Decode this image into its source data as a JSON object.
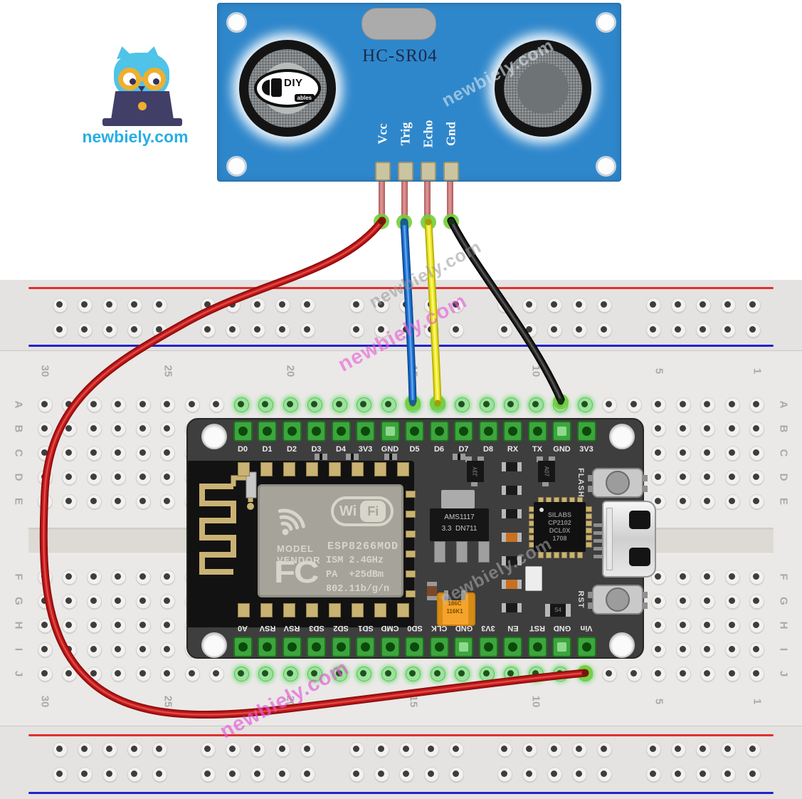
{
  "brand_logo": {
    "text": "newbiely.com"
  },
  "watermark_text": "newbiely.com",
  "sensor": {
    "title": "HC-SR04",
    "pin_labels": [
      "Vcc",
      "Trig",
      "Echo",
      "Gnd"
    ],
    "logo": {
      "diy": "DIY",
      "ables": "ables"
    }
  },
  "nodemcu": {
    "top_pin_labels": [
      "D0",
      "D1",
      "D2",
      "D3",
      "D4",
      "3V3",
      "GND",
      "D5",
      "D6",
      "D7",
      "D8",
      "RX",
      "TX",
      "GND",
      "3V3"
    ],
    "bottom_pin_labels": [
      "A0",
      "RSV",
      "RSV",
      "SD3",
      "SD2",
      "SD1",
      "CMD",
      "SD0",
      "CLK",
      "GND",
      "3V3",
      "EN",
      "RST",
      "GND",
      "Vin"
    ],
    "flash_button": "FLASH",
    "rst_button": "RST",
    "shield": {
      "wi": "Wi",
      "fi": "Fi",
      "model": "MODEL",
      "vendor": "VENDOR",
      "module_name": "ESP8266MOD",
      "fcc": "FC",
      "spec_lines": [
        "ISM 2.4GHz",
        "PA  +25dBm",
        "802.11b/g/n"
      ]
    },
    "regulator_lines": [
      "AMS1117",
      "3.3  DN711"
    ],
    "usb_chip_lines": [
      "SILABS",
      "CP2102",
      "DCL0X",
      "1708"
    ],
    "capacitor_lines": [
      "186C",
      "116K1"
    ],
    "transistor_left": "J3Y",
    "transistor_right": "A07",
    "diode": "S4"
  },
  "breadboard": {
    "row_letters_top": [
      "A",
      "B",
      "C",
      "D",
      "E"
    ],
    "row_letters_bottom": [
      "F",
      "G",
      "H",
      "I",
      "J"
    ],
    "column_numbers": [
      "30",
      "25",
      "20",
      "15",
      "10",
      "5",
      "1"
    ]
  },
  "wires": [
    {
      "name": "vcc-wire",
      "color": "#C01818",
      "from": "HC-SR04 Vcc",
      "to": "NodeMCU Vin"
    },
    {
      "name": "trig-wire",
      "color": "#1E6FD0",
      "from": "HC-SR04 Trig",
      "to": "NodeMCU D5"
    },
    {
      "name": "echo-wire",
      "color": "#EDE61D",
      "from": "HC-SR04 Echo",
      "to": "NodeMCU D6"
    },
    {
      "name": "gnd-wire",
      "color": "#1C1C1C",
      "from": "HC-SR04 Gnd",
      "to": "NodeMCU GND"
    }
  ],
  "colors": {
    "sensor_board": "#2F87CB",
    "nodemcu_board": "#3E3E3E",
    "breadboard": "#EAE9E7",
    "rail_red": "#E03030",
    "rail_blue": "#2323CC",
    "pin_green": "#3DA53D",
    "watermark_pink": "#E65AD7",
    "logo_cyan": "#4FC3E8",
    "logo_yellow": "#EFAF2E",
    "logo_navy": "#413E68",
    "logo_text_blue": "#29AEE4"
  }
}
